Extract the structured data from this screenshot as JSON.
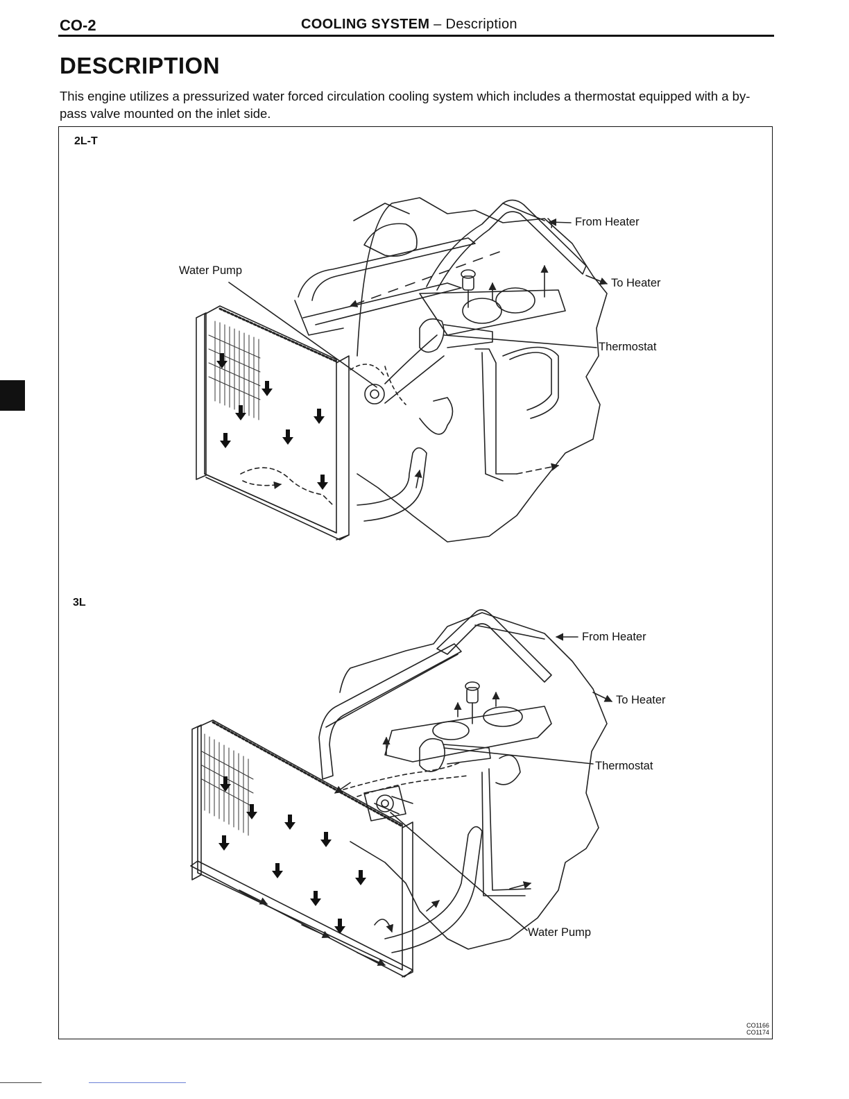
{
  "header": {
    "page_number": "CO-2",
    "section": "COOLING SYSTEM",
    "separator": " – ",
    "subsection": "Description"
  },
  "heading": "DESCRIPTION",
  "intro": "This engine utilizes a pressurized water forced circulation cooling system which includes a thermostat equipped with a by-pass valve mounted on the inlet side.",
  "figure_top": {
    "engine_label": "2L-T",
    "labels": {
      "from_heater": "From Heater",
      "to_heater": "To Heater",
      "water_pump": "Water Pump",
      "thermostat": "Thermostat"
    }
  },
  "figure_bottom": {
    "engine_label": "3L",
    "labels": {
      "from_heater": "From Heater",
      "to_heater": "To Heater",
      "water_pump": "Water Pump",
      "thermostat": "Thermostat"
    }
  },
  "figure_codes": [
    "CO1166",
    "CO1174"
  ]
}
